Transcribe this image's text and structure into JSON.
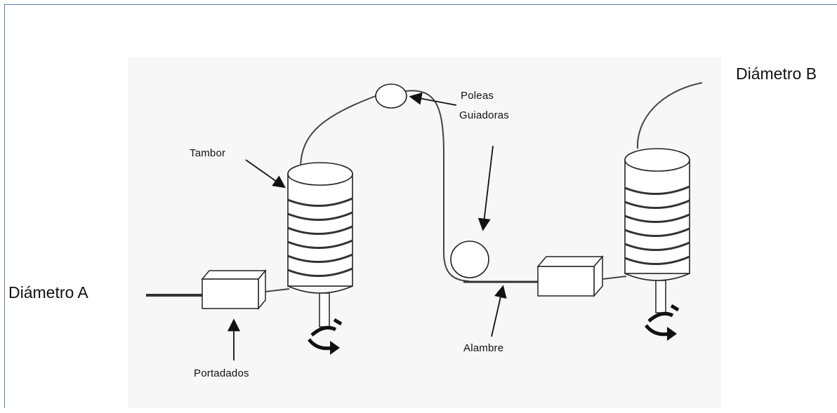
{
  "labels": {
    "diameter_a": "Diámetro A",
    "diameter_b": "Diámetro B",
    "drum": "Tambor",
    "guide_pulleys_line1": "Poleas",
    "guide_pulleys_line2": "Guiadoras",
    "die_holder": "Portadados",
    "wire": "Alambre"
  },
  "colors": {
    "frame_border": "#5a7db5",
    "panel_bg": "#f7f7f7",
    "stroke": "#3a3a3a"
  }
}
